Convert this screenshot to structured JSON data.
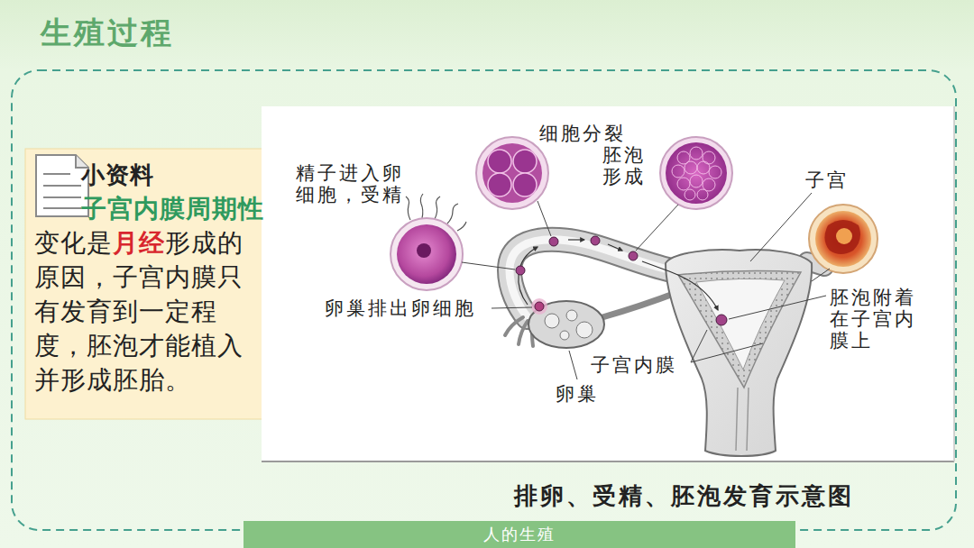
{
  "diagram": {
    "title": "生殖过程",
    "caption": "排卵、受精、胚泡发育示意图",
    "nodes": [
      {
        "text": [
          "小资料",
          "子宫内膜周期性",
          "变化是",
          "月经",
          "形成的原因，子宫内膜只有发育到一定程度，胚泡才能植入并形成胚胎。"
        ]
      },
      {
        "text": [
          "人的生殖"
        ]
      }
    ],
    "labels": [
      "细胞分裂",
      "胚泡形成",
      "精子进入卵细胞，受精",
      "子宫",
      "卵巢排出卵细胞",
      "胚泡附着在子宫内膜上",
      "子宫内膜",
      "卵巢"
    ]
  }
}
